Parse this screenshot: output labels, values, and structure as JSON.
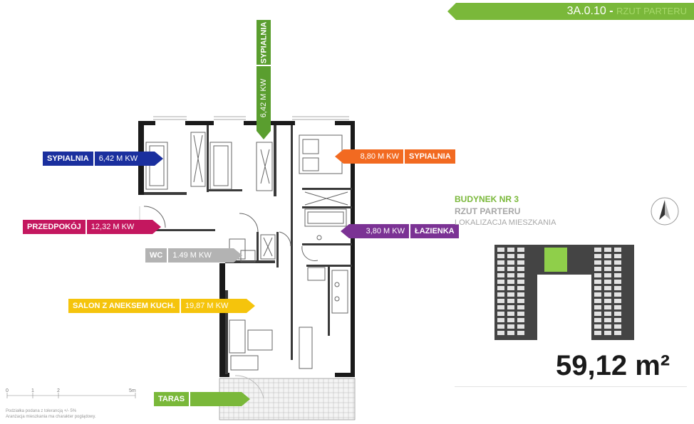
{
  "header": {
    "code": "3A.0.10",
    "dash": "-",
    "subtitle": "RZUT PARTERU",
    "accent": "#7ab83a"
  },
  "rooms": [
    {
      "id": "sypialnia-top",
      "name": "SYPIALNIA",
      "area": "6,42 M KW",
      "color": "#5a9e2f"
    },
    {
      "id": "sypialnia-left",
      "name": "SYPIALNIA",
      "area": "6,42 M KW",
      "color": "#1a2f9e"
    },
    {
      "id": "sypialnia-right",
      "name": "SYPIALNIA",
      "area": "8,80 M KW",
      "color": "#f26a21"
    },
    {
      "id": "przedpokoj",
      "name": "PRZEDPOKÓJ",
      "area": "12,32 M KW",
      "color": "#c4175f"
    },
    {
      "id": "lazienka",
      "name": "ŁAZIENKA",
      "area": "3,80 M KW",
      "color": "#7b3294"
    },
    {
      "id": "wc",
      "name": "WC",
      "area": "1.49 M KW",
      "color": "#b3b3b3"
    },
    {
      "id": "salon",
      "name": "SALON Z ANEKSEM KUCH.",
      "area": "19,87 M KW",
      "color": "#f5c40c"
    },
    {
      "id": "taras",
      "name": "TARAS",
      "area": "",
      "color": "#7ab83a"
    }
  ],
  "info": {
    "building": "BUDYNEK NR 3",
    "floor": "RZUT PARTERU",
    "location": "LOKALIZACJA MIESZKANIA",
    "total_area": "59,12 m²"
  },
  "scale": {
    "ticks": [
      "0",
      "1",
      "2",
      "5m"
    ],
    "note_line1": "Podziałka podana z tolerancją +/- 5%",
    "note_line2": "Aranżacja mieszkania ma charakter poglądowy."
  },
  "compass_icon": "north-arrow-icon"
}
